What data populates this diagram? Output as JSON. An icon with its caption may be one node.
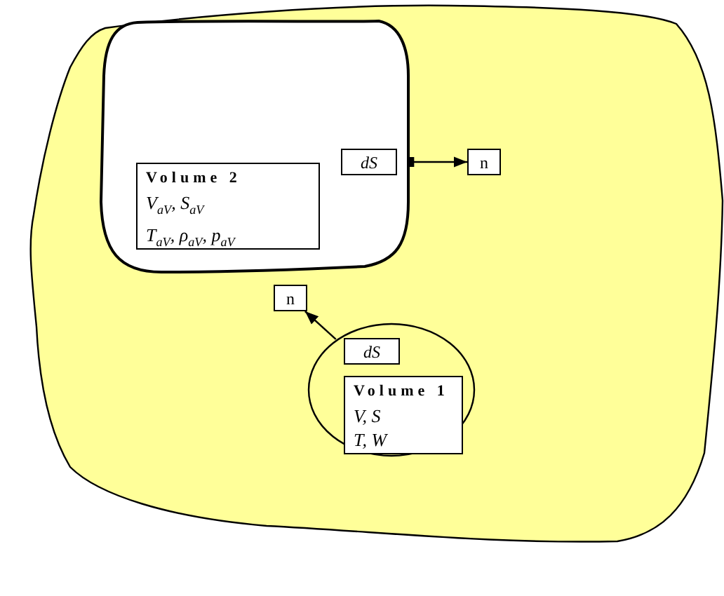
{
  "diagram": {
    "nodes": [
      {
        "text": [],
        "shape": "cloud"
      },
      {
        "text": [],
        "shape": "box",
        "in": 0
      },
      {
        "text": [
          "Volume 2",
          "V$_{aV}$, S$_{aV}$",
          "T$_{aV}$, *ρ*$_{aV}$, *p*$_{aV}$"
        ],
        "in": 1
      },
      {
        "text": [
          "dS"
        ],
        "in": 1
      },
      {
        "text": [
          "n"
        ],
        "in": 0
      },
      {
        "text": [
          "n"
        ],
        "in": 0
      },
      {
        "text": [],
        "shape": "circle",
        "in": 0
      },
      {
        "text": [
          "dS"
        ],
        "in": 6
      },
      {
        "text": [
          "Volume 1",
          "V, S",
          "T, W"
        ],
        "in": 6
      }
    ],
    "edges": [
      {
        "from": 1,
        "to": 4,
        "arrow": "to"
      },
      {
        "from": 6,
        "to": 5,
        "arrow": "to"
      }
    ]
  }
}
